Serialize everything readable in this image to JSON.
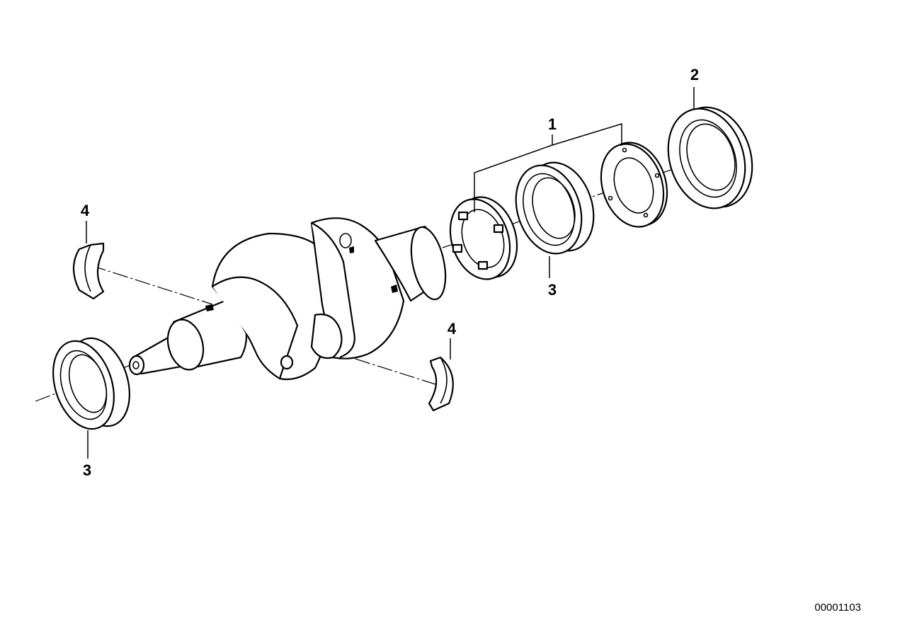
{
  "diagram": {
    "callouts": {
      "assembly_1": "1",
      "seal_2": "2",
      "bearing_3_right": "3",
      "bearing_3_left": "3",
      "shell_4_left": "4",
      "shell_4_right": "4"
    },
    "part_number": "00001103"
  },
  "colors": {
    "line": "#000000",
    "background": "#ffffff"
  }
}
